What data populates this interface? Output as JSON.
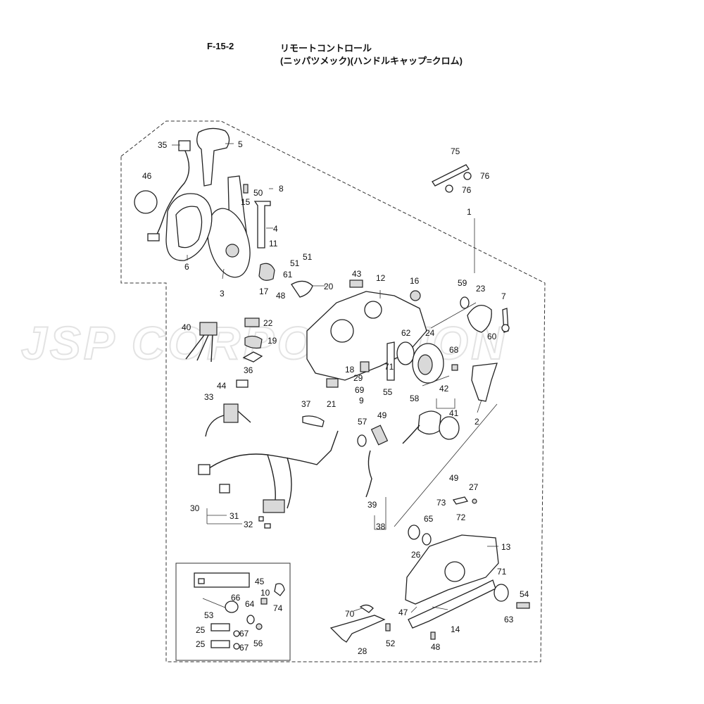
{
  "header": {
    "code": "F-15-2",
    "title_line1": "リモートコントロール",
    "title_line2": "(ニッパツメック)(ハンドルキャップ=クロム)"
  },
  "watermark": "JSP CORPORATION",
  "labels": [
    {
      "id": "1",
      "text": "1"
    },
    {
      "id": "2",
      "text": "2"
    },
    {
      "id": "3",
      "text": "3"
    },
    {
      "id": "4",
      "text": "4"
    },
    {
      "id": "5",
      "text": "5"
    },
    {
      "id": "6",
      "text": "6"
    },
    {
      "id": "7",
      "text": "7"
    },
    {
      "id": "8",
      "text": "8"
    },
    {
      "id": "9",
      "text": "9"
    },
    {
      "id": "10",
      "text": "10"
    },
    {
      "id": "11",
      "text": "11"
    },
    {
      "id": "12",
      "text": "12"
    },
    {
      "id": "13",
      "text": "13"
    },
    {
      "id": "14",
      "text": "14"
    },
    {
      "id": "15",
      "text": "15"
    },
    {
      "id": "16",
      "text": "16"
    },
    {
      "id": "17",
      "text": "17"
    },
    {
      "id": "18",
      "text": "18"
    },
    {
      "id": "19",
      "text": "19"
    },
    {
      "id": "20",
      "text": "20"
    },
    {
      "id": "21",
      "text": "21"
    },
    {
      "id": "22",
      "text": "22"
    },
    {
      "id": "23",
      "text": "23"
    },
    {
      "id": "24",
      "text": "24"
    },
    {
      "id": "25a",
      "text": "25"
    },
    {
      "id": "25b",
      "text": "25"
    },
    {
      "id": "26",
      "text": "26"
    },
    {
      "id": "27",
      "text": "27"
    },
    {
      "id": "28",
      "text": "28"
    },
    {
      "id": "29",
      "text": "29"
    },
    {
      "id": "30",
      "text": "30"
    },
    {
      "id": "31",
      "text": "31"
    },
    {
      "id": "32",
      "text": "32"
    },
    {
      "id": "33",
      "text": "33"
    },
    {
      "id": "35",
      "text": "35"
    },
    {
      "id": "36",
      "text": "36"
    },
    {
      "id": "37",
      "text": "37"
    },
    {
      "id": "38",
      "text": "38"
    },
    {
      "id": "39",
      "text": "39"
    },
    {
      "id": "40",
      "text": "40"
    },
    {
      "id": "41",
      "text": "41"
    },
    {
      "id": "42",
      "text": "42"
    },
    {
      "id": "43",
      "text": "43"
    },
    {
      "id": "44",
      "text": "44"
    },
    {
      "id": "45",
      "text": "45"
    },
    {
      "id": "46",
      "text": "46"
    },
    {
      "id": "47",
      "text": "47"
    },
    {
      "id": "48a",
      "text": "48"
    },
    {
      "id": "48b",
      "text": "48"
    },
    {
      "id": "49a",
      "text": "49"
    },
    {
      "id": "49b",
      "text": "49"
    },
    {
      "id": "50",
      "text": "50"
    },
    {
      "id": "51a",
      "text": "51"
    },
    {
      "id": "51b",
      "text": "51"
    },
    {
      "id": "52",
      "text": "52"
    },
    {
      "id": "53",
      "text": "53"
    },
    {
      "id": "54",
      "text": "54"
    },
    {
      "id": "55",
      "text": "55"
    },
    {
      "id": "56",
      "text": "56"
    },
    {
      "id": "57",
      "text": "57"
    },
    {
      "id": "58",
      "text": "58"
    },
    {
      "id": "59",
      "text": "59"
    },
    {
      "id": "60",
      "text": "60"
    },
    {
      "id": "61",
      "text": "61"
    },
    {
      "id": "62",
      "text": "62"
    },
    {
      "id": "63",
      "text": "63"
    },
    {
      "id": "64",
      "text": "64"
    },
    {
      "id": "65",
      "text": "65"
    },
    {
      "id": "66",
      "text": "66"
    },
    {
      "id": "67a",
      "text": "67"
    },
    {
      "id": "67b",
      "text": "67"
    },
    {
      "id": "68",
      "text": "68"
    },
    {
      "id": "69",
      "text": "69"
    },
    {
      "id": "70",
      "text": "70"
    },
    {
      "id": "71a",
      "text": "71"
    },
    {
      "id": "71b",
      "text": "71"
    },
    {
      "id": "72",
      "text": "72"
    },
    {
      "id": "73",
      "text": "73"
    },
    {
      "id": "74",
      "text": "74"
    },
    {
      "id": "75",
      "text": "75"
    },
    {
      "id": "76a",
      "text": "76"
    },
    {
      "id": "76b",
      "text": "76"
    }
  ]
}
